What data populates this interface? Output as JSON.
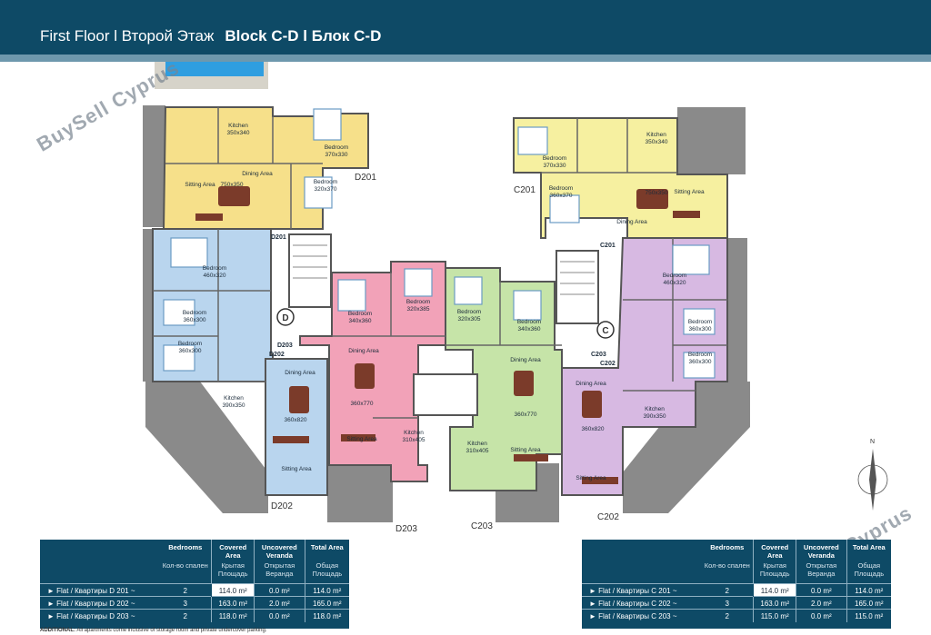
{
  "header": {
    "floor": "First Floor l Второй Этаж",
    "block": "Block C-D l Блок C-D"
  },
  "colors": {
    "header_bg": "#0e4a66",
    "header_strip": "#6e98ad",
    "flat_201": "#f6e08a",
    "flat_202": "#b9d5ee",
    "flat_203_d": "#f2a2b8",
    "flat_203_c": "#c6e4a8",
    "flat_202_c": "#d7b9e2",
    "veranda": "#8a8a8a",
    "pool": "#2f9ee0"
  },
  "plan": {
    "block_d": {
      "rooms": [
        {
          "name": "Kitchen",
          "size": "350x340"
        },
        {
          "name": "Bedroom",
          "size": "370x330"
        },
        {
          "name": "Dining Area",
          "size": ""
        },
        {
          "name": "Sitting Area",
          "size": "750x350"
        },
        {
          "name": "Bedroom",
          "size": "320x370"
        },
        {
          "name": "Bedroom",
          "size": "460x320"
        },
        {
          "name": "Bedroom",
          "size": "360x300"
        },
        {
          "name": "Bedroom",
          "size": "360x300"
        },
        {
          "name": "Kitchen",
          "size": "390x350"
        },
        {
          "name": "Dining Area",
          "size": ""
        },
        {
          "name": "Sitting Area",
          "size": ""
        },
        {
          "name": "Bedroom",
          "size": "340x360"
        },
        {
          "name": "Bedroom",
          "size": "320x385"
        },
        {
          "name": "Dining Area",
          "size": ""
        },
        {
          "name": "Sitting Area",
          "size": ""
        },
        {
          "name": "Kitchen",
          "size": "310x405"
        }
      ],
      "dims": [
        "360x820",
        "360x770"
      ],
      "flats": [
        "D201",
        "D202",
        "D203"
      ],
      "entrances": [
        "D201",
        "D203",
        "D202"
      ],
      "stair_letter": "D"
    },
    "block_c": {
      "rooms": [
        {
          "name": "Bedroom",
          "size": "370x330"
        },
        {
          "name": "Kitchen",
          "size": "350x340"
        },
        {
          "name": "Bedroom",
          "size": "360x370"
        },
        {
          "name": "Dining Area",
          "size": ""
        },
        {
          "name": "Sitting Area",
          "size": "750x350"
        },
        {
          "name": "Bedroom",
          "size": "320x305"
        },
        {
          "name": "Bedroom",
          "size": "340x360"
        },
        {
          "name": "Dining Area",
          "size": ""
        },
        {
          "name": "Sitting Area",
          "size": ""
        },
        {
          "name": "Kitchen",
          "size": "310x405"
        },
        {
          "name": "Bedroom",
          "size": "460x320"
        },
        {
          "name": "Bedroom",
          "size": "360x300"
        },
        {
          "name": "Bedroom",
          "size": "360x300"
        },
        {
          "name": "Dining Area",
          "size": ""
        },
        {
          "name": "Kitchen",
          "size": "390x350"
        },
        {
          "name": "Sitting Area",
          "size": ""
        }
      ],
      "dims": [
        "360x770",
        "360x820"
      ],
      "flats": [
        "C201",
        "C203",
        "C202"
      ],
      "entrances": [
        "C201",
        "C203",
        "C202"
      ],
      "stair_letter": "C"
    },
    "north": "N"
  },
  "table_d": {
    "headers": {
      "bedrooms": "Bedrooms",
      "covered": "Covered Area",
      "uncovered": "Uncovered Veranda",
      "total": "Total Area"
    },
    "headers_ru": {
      "bedrooms": "Кол-во спален",
      "covered": "Крытая Площадь",
      "uncovered": "Открытая Веранда",
      "total": "Общая Площадь"
    },
    "rows": [
      {
        "label": "► Flat / Квартиры  D 201  ~",
        "bedrooms": "2",
        "covered": "114.0 m²",
        "uncovered": "0.0 m²",
        "total": "114.0 m²"
      },
      {
        "label": "► Flat / Квартиры  D 202  ~",
        "bedrooms": "3",
        "covered": "163.0 m²",
        "uncovered": "2.0 m²",
        "total": "165.0 m²"
      },
      {
        "label": "► Flat / Квартиры  D 203  ~",
        "bedrooms": "2",
        "covered": "118.0 m²",
        "uncovered": "0.0 m²",
        "total": "118.0 m²"
      }
    ]
  },
  "table_c": {
    "headers": {
      "bedrooms": "Bedrooms",
      "covered": "Covered Area",
      "uncovered": "Uncovered Veranda",
      "total": "Total Area"
    },
    "headers_ru": {
      "bedrooms": "Кол-во спален",
      "covered": "Крытая Площадь",
      "uncovered": "Открытая Веранда",
      "total": "Общая Площадь"
    },
    "rows": [
      {
        "label": "► Flat / Квартиры  C 201  ~",
        "bedrooms": "2",
        "covered": "114.0 m²",
        "uncovered": "0.0 m²",
        "total": "114.0 m²"
      },
      {
        "label": "► Flat / Квартиры  C 202  ~",
        "bedrooms": "3",
        "covered": "163.0 m²",
        "uncovered": "2.0 m²",
        "total": "165.0 m²"
      },
      {
        "label": "► Flat / Квартиры  C 203  ~",
        "bedrooms": "2",
        "covered": "115.0 m²",
        "uncovered": "0.0 m²",
        "total": "115.0 m²"
      }
    ]
  },
  "footnote": {
    "label": "ADDITIONAL:",
    "text": "All apartments come inclusive of storage room and private undercover parking."
  },
  "watermark": "BuySell Cyprus"
}
